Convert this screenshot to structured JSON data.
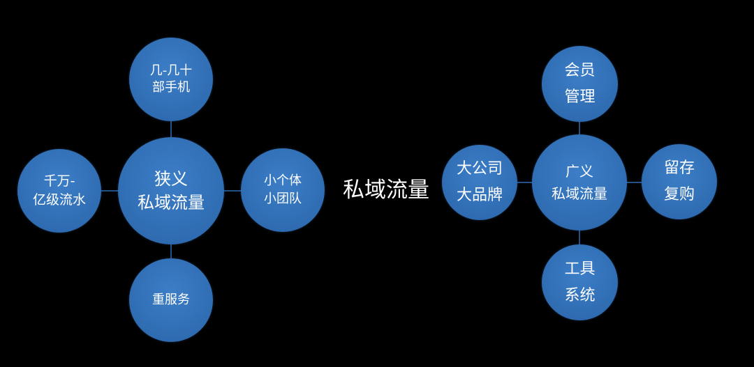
{
  "title": "私域流量",
  "left_cluster": {
    "center": {
      "line1": "狭义",
      "line2": "私域流量"
    },
    "top": {
      "line1": "几-几十",
      "line2": "部手机"
    },
    "left": {
      "line1": "千万-",
      "line2": "亿级流水"
    },
    "right": {
      "line1": "小个体",
      "line2": "小团队"
    },
    "bottom": {
      "line1": "重服务"
    }
  },
  "right_cluster": {
    "center": {
      "line1": "广义",
      "line2": "私域流量"
    },
    "top": {
      "line1": "会员",
      "line2": "管理"
    },
    "left": {
      "line1": "大公司",
      "line2": "大品牌"
    },
    "right": {
      "line1": "留存",
      "line2": "复购"
    },
    "bottom": {
      "line1": "工具",
      "line2": "系统"
    }
  },
  "colors": {
    "node_fill": "#2f6cb2",
    "connector": "#2f6cb2",
    "background": "#000000"
  }
}
